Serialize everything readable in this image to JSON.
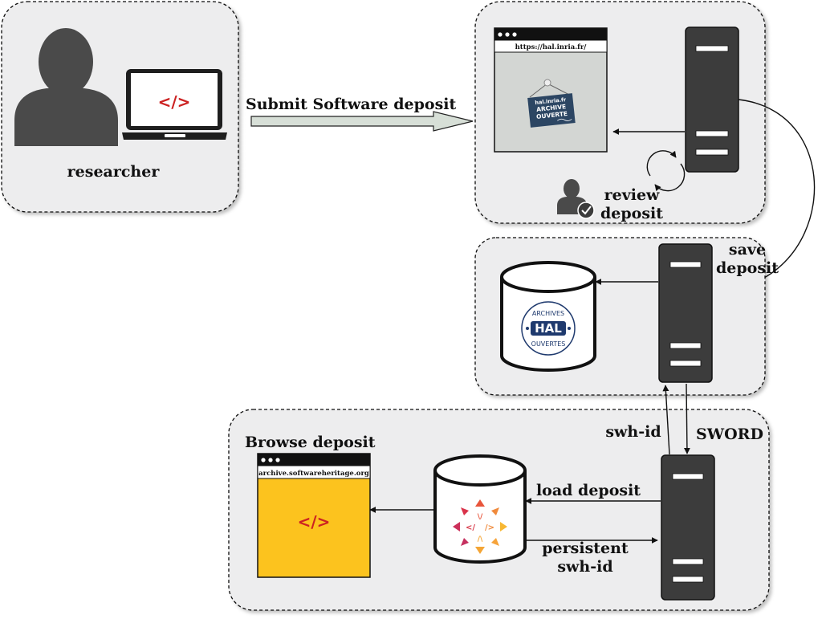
{
  "labels": {
    "researcher": "researcher",
    "submit": "Submit Software deposit",
    "review_1": "review",
    "review_2": "deposit",
    "save_1": "save",
    "save_2": "deposit",
    "swh_id": "swh-id",
    "sword": "SWORD",
    "browse": "Browse deposit",
    "load": "load deposit",
    "persistent_1": "persistent",
    "persistent_2": "swh-id"
  },
  "urls": {
    "hal": "https://hal.inria.fr/",
    "swh": "archive.softwareheritage.org"
  },
  "laptop_code": "</>",
  "swh_code": "</>",
  "hal_sign": {
    "line1": "hal.inria.fr",
    "line2": "ARCHIVE",
    "line3": "OUVERTE"
  },
  "hal_logo": {
    "center": "HAL",
    "top": "ARCHIVES",
    "bottom": "OUVERTES"
  },
  "colors": {
    "panel": "#ededee",
    "server": "#3c3c3c",
    "code_red": "#cc2222",
    "swh_yellow": "#fcc31e",
    "hal_page": "#d3d6d3",
    "hal_blue": "#1f3a6e"
  }
}
